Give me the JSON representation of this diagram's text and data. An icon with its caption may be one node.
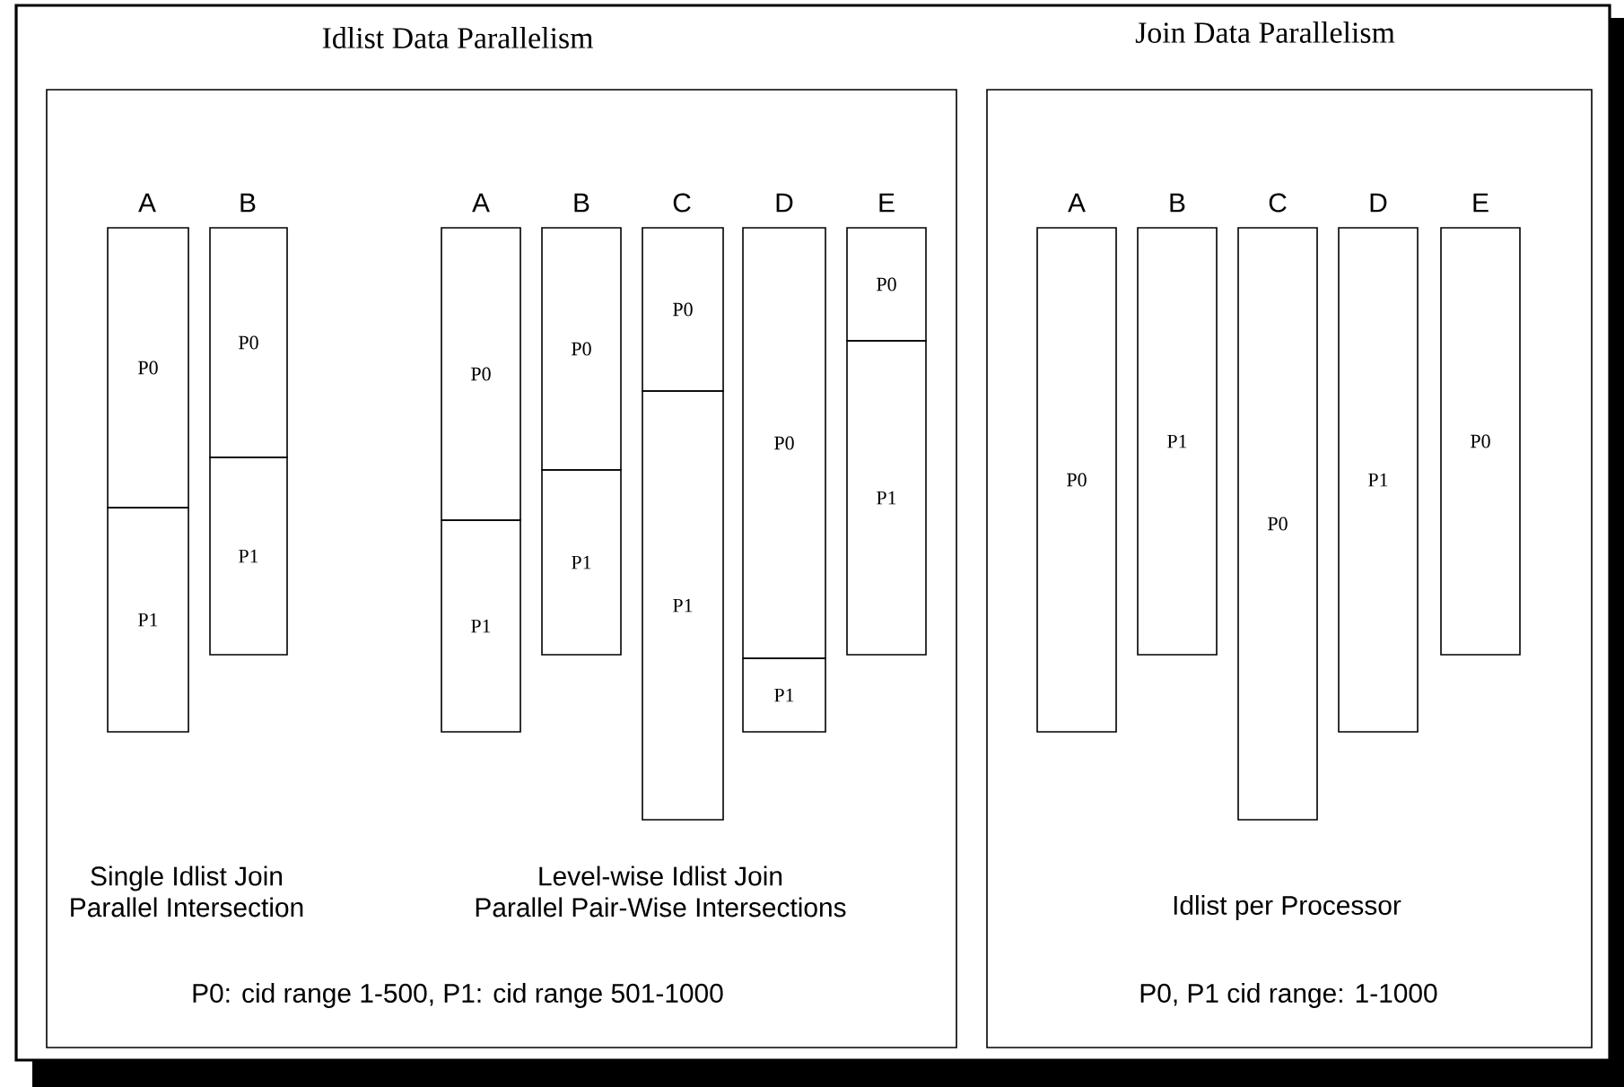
{
  "diagram": {
    "nodes": [
      {
        "text": [
          "Idlist Data Parallelism"
        ]
      },
      {
        "text": [
          "P0"
        ],
        "in": 0
      },
      {
        "text": [
          "P1"
        ],
        "in": 0
      },
      {
        "text": [
          "P0"
        ],
        "in": 0
      },
      {
        "text": [
          "P1"
        ],
        "in": 0
      },
      {
        "text": [
          "P0"
        ],
        "in": 0
      },
      {
        "text": [
          "P1"
        ],
        "in": 0
      },
      {
        "text": [
          "P0"
        ],
        "in": 0
      },
      {
        "text": [
          "P1"
        ],
        "in": 0
      },
      {
        "text": [
          "P0"
        ],
        "in": 0
      },
      {
        "text": [
          "P1"
        ],
        "in": 0
      },
      {
        "text": [
          "P0"
        ],
        "in": 0
      },
      {
        "text": [
          "P1"
        ],
        "in": 0
      },
      {
        "text": [
          "P0"
        ],
        "in": 0
      },
      {
        "text": [
          "P1"
        ],
        "in": 0
      },
      {
        "text": [
          "Join Data Parallelism"
        ]
      },
      {
        "text": [
          "P0"
        ],
        "in": 15
      },
      {
        "text": [
          "P1"
        ],
        "in": 15
      },
      {
        "text": [
          "P0"
        ],
        "in": 15
      },
      {
        "text": [
          "P1"
        ],
        "in": 15
      },
      {
        "text": [
          "P0"
        ],
        "in": 15
      }
    ],
    "labels": [
      "A",
      "B",
      "A",
      "B",
      "C",
      "D",
      "E",
      "A",
      "B",
      "C",
      "D",
      "E",
      "Single Idlist Join Parallel Intersection",
      "Level-wise Idlist Join Parallel Pair-Wise Intersections",
      "Idlist per Processor",
      "P0: cid range 1-500, P1: cid range 501-1000",
      "P0, P1 cid range: 1-1000"
    ]
  }
}
